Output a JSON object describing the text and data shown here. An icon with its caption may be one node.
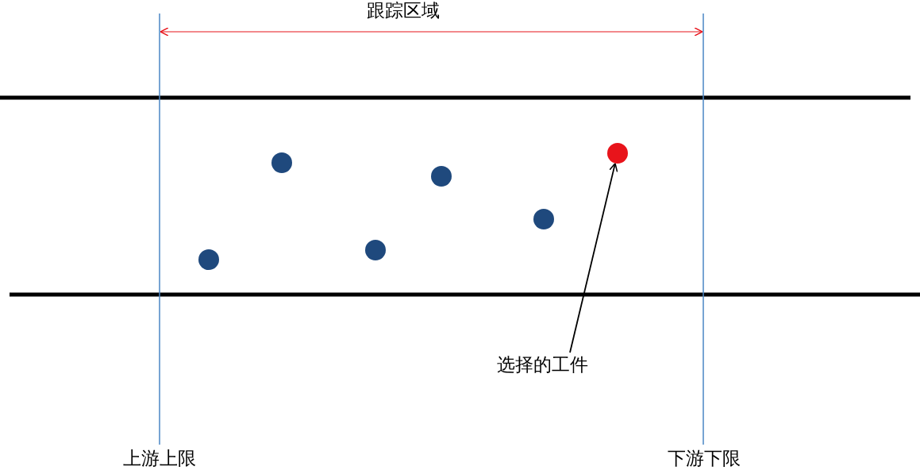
{
  "diagram": {
    "nodes": [
      {
        "text": [],
        "shape": "circle"
      },
      {
        "text": [],
        "shape": "circle"
      },
      {
        "text": [],
        "shape": "circle"
      },
      {
        "text": [],
        "shape": "circle"
      },
      {
        "text": [],
        "shape": "circle"
      },
      {
        "text": [],
        "shape": "circle"
      },
      {
        "text": [
          "选择的工件"
        ]
      }
    ],
    "edges": [
      {
        "from": 6,
        "to": 5,
        "arrow": "to"
      }
    ],
    "labels": [
      "跟踪区域",
      "上游上限",
      "下游下限"
    ]
  }
}
